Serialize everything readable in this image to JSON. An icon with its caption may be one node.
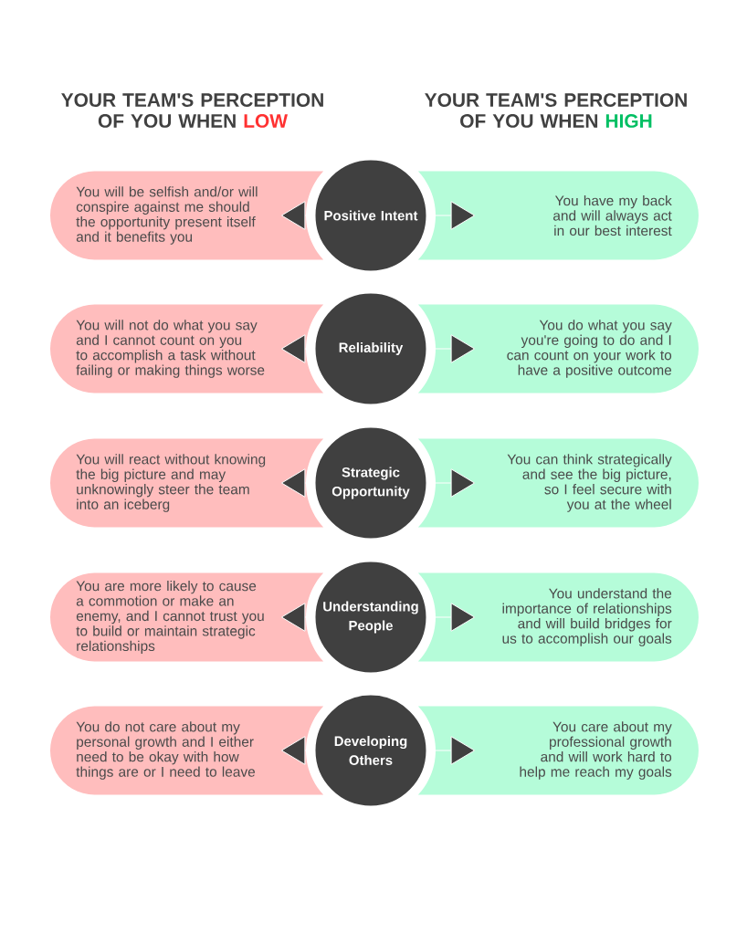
{
  "diagram": {
    "nodes": [
      {
        "text": [
          "You will be selfish and/or will conspire against me should the opportunity present itself and it benefits you"
        ]
      },
      {
        "text": [
          "Positive Intent"
        ]
      },
      {
        "text": [
          "You have my back and will always act in our best interest"
        ]
      },
      {
        "text": [
          "You will not do what you say and I cannot count on you to accomplish a task without failing or making things worse"
        ]
      },
      {
        "text": [
          "Reliability"
        ]
      },
      {
        "text": [
          "You do what you say you're going to do and I can count on your work to have a positive outcome"
        ]
      },
      {
        "text": [
          "You will react without knowing the big picture and may unknowingly steer the team into an iceberg"
        ]
      },
      {
        "text": [
          "Strategic Opportunity"
        ]
      },
      {
        "text": [
          "You can think strategically and see the big picture, so I feel secure with you at the wheel"
        ]
      },
      {
        "text": [
          "You are more likely to cause a commotion or make an enemy, and I cannot trust you to build or maintain strategic relationships"
        ]
      },
      {
        "text": [
          "Understanding People"
        ]
      },
      {
        "text": [
          "You understand the importance of relationships and will build bridges for us to accomplish our goals"
        ]
      },
      {
        "text": [
          "You do not care about my personal growth and I either need to be okay with how things are or I need to leave"
        ]
      },
      {
        "text": [
          "Developing Others"
        ]
      },
      {
        "text": [
          "You care about my professional growth and will work hard to help me reach my goals"
        ]
      }
    ],
    "edges": [
      {
        "from": 1,
        "to": 0,
        "arrow": "to"
      },
      {
        "from": 1,
        "to": 2,
        "arrow": "to"
      },
      {
        "from": 4,
        "to": 3,
        "arrow": "to"
      },
      {
        "from": 4,
        "to": 5,
        "arrow": "to"
      },
      {
        "from": 7,
        "to": 6,
        "arrow": "to"
      },
      {
        "from": 7,
        "to": 8,
        "arrow": "to"
      },
      {
        "from": 10,
        "to": 9,
        "arrow": "to"
      },
      {
        "from": 10,
        "to": 11,
        "arrow": "to"
      },
      {
        "from": 13,
        "to": 12,
        "arrow": "to"
      },
      {
        "from": 13,
        "to": 14,
        "arrow": "to"
      }
    ],
    "labels": [
      "YOUR TEAM'S PERCEPTION OF YOU WHEN",
      "LOW",
      "YOUR TEAM'S PERCEPTION OF YOU WHEN",
      "HIGH"
    ]
  }
}
